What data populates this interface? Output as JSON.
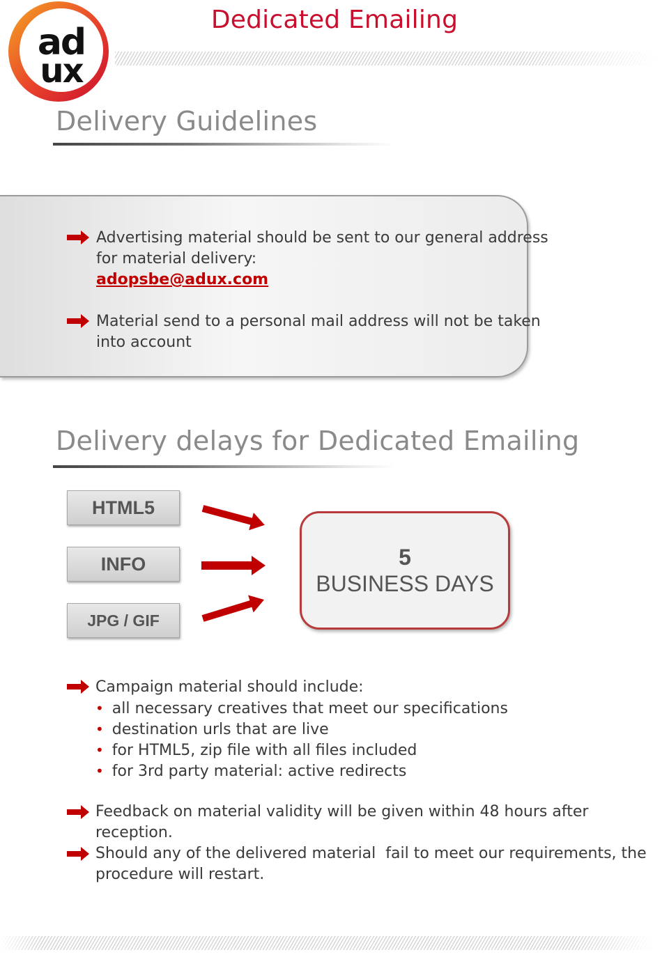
{
  "logo": {
    "line1": "ad",
    "line2": "ux",
    "ring_colors": [
      "#f5a623",
      "#e8412c",
      "#c8102e"
    ]
  },
  "header": {
    "title": "Dedicated Emailing"
  },
  "section1": {
    "title": "Delivery Guidelines",
    "bullet1": {
      "line1": "Advertising material should be sent to our general address",
      "line2": "for material delivery:",
      "email": "adopsbe@adux.com"
    },
    "bullet2": {
      "line1": "Material send to a personal mail address will not be taken",
      "line2": "into account"
    }
  },
  "section2": {
    "title": "Delivery delays for Dedicated Emailing",
    "formats": [
      "HTML5",
      "INFO",
      "JPG / GIF"
    ],
    "delay": {
      "number": "5",
      "unit": "BUSINESS DAYS"
    }
  },
  "notes": {
    "campaign": {
      "title": "Campaign material should include:",
      "items": [
        "all necessary creatives that meet our specifications",
        "destination urls that are live",
        "for HTML5, zip file with all files included",
        "for 3rd party material: active redirects"
      ]
    },
    "feedback": "Feedback on material validity will be given within 48 hours after reception.",
    "restart": {
      "line1": "Should any of the delivered material  fail to meet our requirements, the",
      "line2": "procedure will restart."
    }
  },
  "colors": {
    "accent": "#c8102e",
    "arrow": "#c00000",
    "heading_grey": "#8a8a8a"
  },
  "icons": {
    "bullet": "red-arrow-icon",
    "connector": "red-arrow-icon"
  }
}
